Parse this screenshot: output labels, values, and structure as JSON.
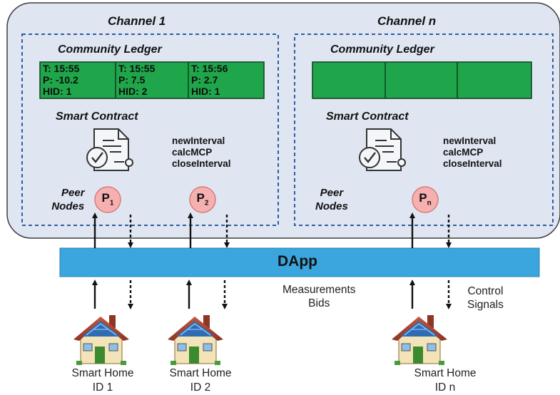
{
  "channels": [
    {
      "title": "Channel 1",
      "ledger_title": "Community Ledger",
      "ledger_cells": [
        {
          "t": "T: 15:55",
          "p": "P: -10.2",
          "hid": "HID: 1"
        },
        {
          "t": "T: 15:55",
          "p": "P: 7.5",
          "hid": "HID: 2"
        },
        {
          "t": "T: 15:56",
          "p": "P: 2.7",
          "hid": "HID: 1"
        }
      ],
      "contract_title": "Smart Contract",
      "functions": [
        "newInterval",
        "calcMCP",
        "closeInterval"
      ],
      "peer_label": [
        "Peer",
        "Nodes"
      ],
      "nodes": [
        {
          "letter": "P",
          "sub": "1"
        },
        {
          "letter": "P",
          "sub": "2"
        }
      ]
    },
    {
      "title": "Channel n",
      "ledger_title": "Community Ledger",
      "ledger_cells": [
        {},
        {},
        {}
      ],
      "contract_title": "Smart Contract",
      "functions": [
        "newInterval",
        "calcMCP",
        "closeInterval"
      ],
      "peer_label": [
        "Peer",
        "Nodes"
      ],
      "nodes": [
        {
          "letter": "P",
          "sub": "n"
        }
      ]
    }
  ],
  "dapp_label": "DApp",
  "flow_labels": {
    "up": [
      "Measurements",
      "Bids"
    ],
    "down": [
      "Control",
      "Signals"
    ]
  },
  "homes": [
    {
      "label": "Smart Home",
      "id": "ID 1"
    },
    {
      "label": "Smart Home",
      "id": "ID 2"
    },
    {
      "label": "Smart Home",
      "id": "ID n"
    }
  ],
  "colors": {
    "channel_bg": "#dfe6f2",
    "dash_border": "#2f5d9f",
    "ledger_green": "#1fa64a",
    "node_fill": "#f7b0b0",
    "node_stroke": "#d77b7b",
    "dapp_blue": "#3ba6de"
  }
}
